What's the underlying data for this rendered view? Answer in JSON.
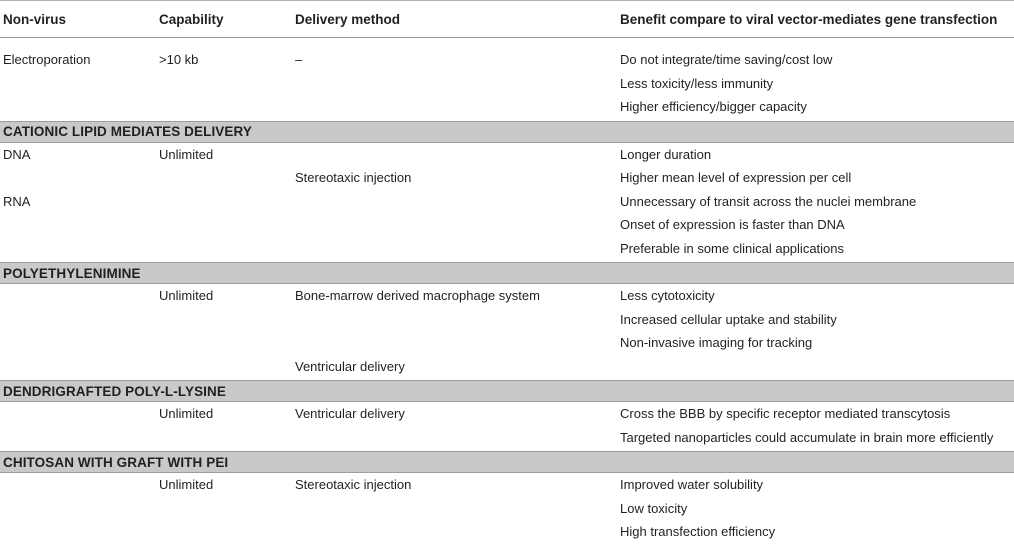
{
  "header": {
    "col1": "Non-virus",
    "col2": "Capability",
    "col3": "Delivery method",
    "col4": "Benefit compare to viral vector-mediates gene transfection"
  },
  "electroporation": {
    "rows": [
      {
        "c1": "Electroporation",
        "c2": ">10 kb",
        "c3": "–",
        "c4": "Do not integrate/time saving/cost low"
      },
      {
        "c1": "",
        "c2": "",
        "c3": "",
        "c4": "Less toxicity/less immunity"
      },
      {
        "c1": "",
        "c2": "",
        "c3": "",
        "c4": "Higher efficiency/bigger capacity"
      }
    ]
  },
  "sections": [
    {
      "title": "CATIONIC LIPID MEDIATES DELIVERY",
      "rows": [
        {
          "c1": "DNA",
          "c2": "Unlimited",
          "c3": "",
          "c4": "Longer duration"
        },
        {
          "c1": "",
          "c2": "",
          "c3": "Stereotaxic injection",
          "c4": "Higher mean level of expression per cell"
        },
        {
          "c1": "RNA",
          "c2": "",
          "c3": "",
          "c4": "Unnecessary of transit across the nuclei membrane"
        },
        {
          "c1": "",
          "c2": "",
          "c3": "",
          "c4": "Onset of expression is faster than DNA"
        },
        {
          "c1": "",
          "c2": "",
          "c3": "",
          "c4": "Preferable in some clinical applications"
        }
      ]
    },
    {
      "title": "POLYETHYLENIMINE",
      "rows": [
        {
          "c1": "",
          "c2": "Unlimited",
          "c3": "Bone-marrow derived macrophage system",
          "c4": "Less cytotoxicity"
        },
        {
          "c1": "",
          "c2": "",
          "c3": "",
          "c4": "Increased cellular uptake and stability"
        },
        {
          "c1": "",
          "c2": "",
          "c3": "",
          "c4": "Non-invasive imaging for tracking"
        },
        {
          "c1": "",
          "c2": "",
          "c3": "Ventricular delivery",
          "c4": ""
        }
      ]
    },
    {
      "title": "DENDRIGRAFTED POLY-L-LYSINE",
      "rows": [
        {
          "c1": "",
          "c2": "Unlimited",
          "c3": "Ventricular delivery",
          "c4": "Cross the BBB by specific receptor mediated transcytosis"
        },
        {
          "c1": "",
          "c2": "",
          "c3": "",
          "c4": "Targeted nanoparticles could accumulate in brain more efficiently"
        }
      ]
    },
    {
      "title": "CHITOSAN WITH GRAFT WITH PEI",
      "rows": [
        {
          "c1": "",
          "c2": "Unlimited",
          "c3": "Stereotaxic injection",
          "c4": "Improved water solubility"
        },
        {
          "c1": "",
          "c2": "",
          "c3": "",
          "c4": "Low toxicity"
        },
        {
          "c1": "",
          "c2": "",
          "c3": "",
          "c4": "High transfection efficiency"
        }
      ]
    }
  ]
}
